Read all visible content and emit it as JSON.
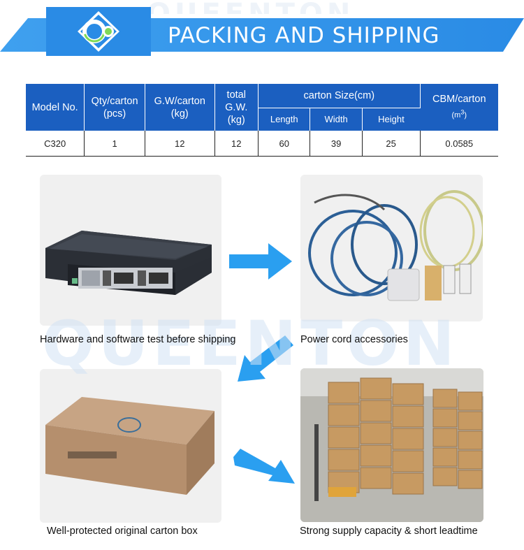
{
  "header": {
    "title": "PACKING AND SHIPPING",
    "logo_icon": "queenton-logo-icon",
    "accent": "#2a8be5"
  },
  "watermark": "QUEENTON",
  "table": {
    "headers": {
      "model": "Model No.",
      "qty": "Qty/carton",
      "qty_unit": "(pcs)",
      "gw": "G.W/carton",
      "gw_unit": "(kg)",
      "total": "total",
      "total_gw": "G.W.",
      "total_unit": "(kg)",
      "size": "carton Size(cm)",
      "length": "Length",
      "width": "Width",
      "height": "Height",
      "cbm": "CBM/carton",
      "cbm_unit_m": "(m",
      "cbm_unit_exp": "3",
      "cbm_unit_close": ")"
    },
    "row": {
      "model": "C320",
      "qty": "1",
      "gw": "12",
      "total_gw": "12",
      "length": "60",
      "width": "39",
      "height": "25",
      "cbm": "0.0585"
    },
    "header_color": "#1b5fc0"
  },
  "panels": {
    "hardware": {
      "caption": "Hardware and software test before shipping",
      "icon": "olt-chassis-image"
    },
    "power": {
      "caption": "Power cord accessories",
      "icon": "power-cord-image"
    },
    "carton": {
      "caption": "Well-protected original carton box",
      "icon": "carton-box-image"
    },
    "supply": {
      "caption": "Strong supply capacity & short leadtime",
      "icon": "warehouse-pallets-image"
    }
  },
  "arrows": {
    "color": "#2a9ff0",
    "icon": "arrow-icon"
  }
}
